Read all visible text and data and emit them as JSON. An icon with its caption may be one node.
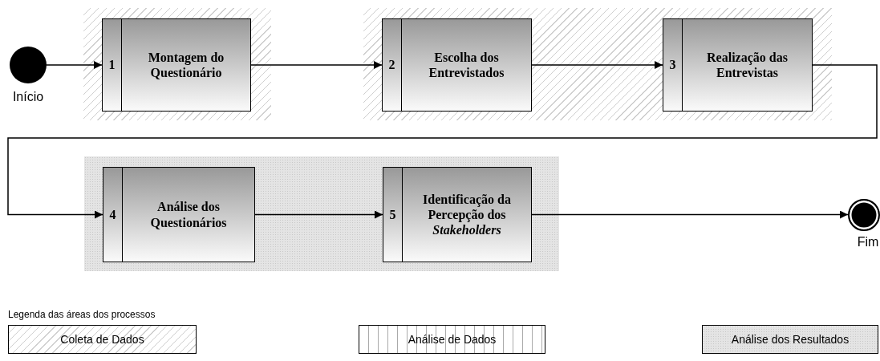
{
  "diagram": {
    "nodes": [
      {
        "text": [],
        "shape": "circle",
        "beside": [
          "Início"
        ]
      },
      {
        "text": [],
        "shape": "band"
      },
      {
        "text": [
          "1",
          "Montagem do Questionário"
        ],
        "in": 1
      },
      {
        "text": [],
        "shape": "band"
      },
      {
        "text": [
          "2",
          "Escolha dos Entrevistados"
        ],
        "in": 3
      },
      {
        "text": [
          "3",
          "Realização das Entrevistas"
        ],
        "in": 3
      },
      {
        "text": [],
        "shape": "band"
      },
      {
        "text": [
          "4",
          "Análise dos Questionários"
        ],
        "in": 6
      },
      {
        "text": [
          "5",
          "Identificação da Percepção dos *Stakeholders*"
        ],
        "in": 6
      },
      {
        "text": [],
        "shape": "circle",
        "beside": [
          "Fim"
        ]
      }
    ],
    "edges": [
      {
        "from": 0,
        "to": 2,
        "arrow": "to"
      },
      {
        "from": 2,
        "to": 4,
        "arrow": "to"
      },
      {
        "from": 4,
        "to": 5,
        "arrow": "to"
      },
      {
        "from": 5,
        "to": 7,
        "arrow": "to"
      },
      {
        "from": 7,
        "to": 8,
        "arrow": "to"
      },
      {
        "from": 8,
        "to": 9,
        "arrow": "to"
      }
    ],
    "legend": [
      {
        "text": "Coleta de Dados"
      },
      {
        "text": "Análise de Dados"
      },
      {
        "text": "Análise dos Resultados"
      }
    ],
    "labels": [
      "Legenda das áreas dos processos"
    ]
  }
}
